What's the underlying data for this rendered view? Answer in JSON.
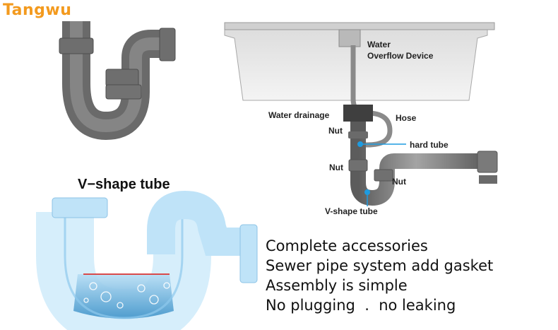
{
  "brand": "Tangwu",
  "diagram": {
    "labels": {
      "water_overflow_1": "Water",
      "water_overflow_2": "Overflow Device",
      "water_drainage": "Water drainage",
      "hose": "Hose",
      "nut_top": "Nut",
      "hard_tube": "hard tube",
      "nut_middle": "Nut",
      "nut_right": "Nut",
      "v_shape_small": "V-shape tube"
    }
  },
  "section_title": "V−shape tube",
  "features": [
    "Complete accessories",
    "Sewer pipe system add gasket",
    "Assembly is simple",
    "No plugging  .  no leaking"
  ],
  "colors": {
    "brand": "#f39a1e",
    "pipe": "#7c7c7c",
    "callout": "#1e9be0",
    "water": "#8cc8ec"
  }
}
